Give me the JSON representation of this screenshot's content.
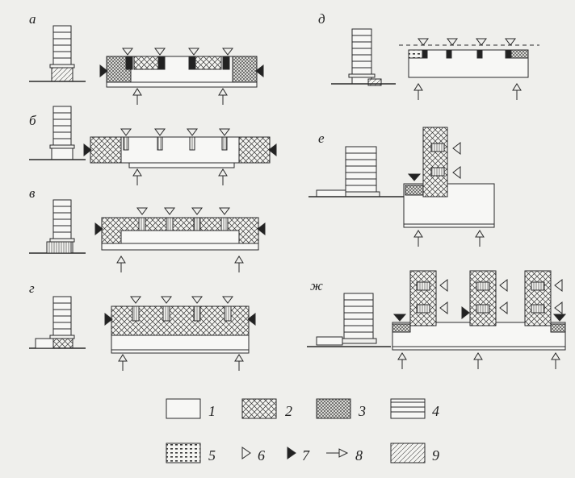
{
  "panels": {
    "a": "а",
    "b": "б",
    "v": "в",
    "g": "г",
    "d": "д",
    "e": "е",
    "zh": "ж"
  },
  "legend": [
    {
      "num": "1",
      "swatch": "empty"
    },
    {
      "num": "2",
      "swatch": "crosshatch-coarse"
    },
    {
      "num": "3",
      "swatch": "crosshatch-dense"
    },
    {
      "num": "4",
      "swatch": "horizontal-lines"
    },
    {
      "num": "5",
      "swatch": "dotted-block"
    },
    {
      "num": "6",
      "swatch": "open-triangle-icon"
    },
    {
      "num": "7",
      "swatch": "filled-triangle-icon"
    },
    {
      "num": "8",
      "swatch": "open-arrow-icon"
    },
    {
      "num": "9",
      "swatch": "diagonal-hatch"
    }
  ],
  "colors": {
    "ink": "#2a2a2a",
    "paper": "#efefec",
    "fill_light": "#f7f7f5"
  }
}
